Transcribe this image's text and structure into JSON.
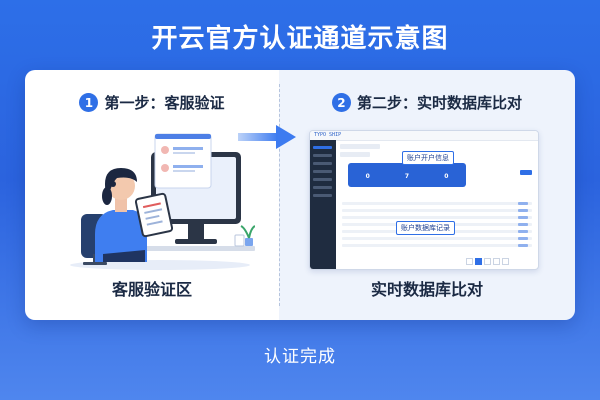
{
  "title": "开云官方认证通道示意图",
  "footer": "认证完成",
  "steps": [
    {
      "num": "1",
      "label": "第一步：客服验证",
      "caption": "客服验证区"
    },
    {
      "num": "2",
      "label": "第二步：实时数据库比对",
      "caption": "实时数据库比对"
    }
  ],
  "mock": {
    "logo": "TYPO SHIP",
    "callout_top": "账户开户信息",
    "callout_bottom": "账户数据库记录",
    "stats": [
      {
        "value": "0"
      },
      {
        "value": "7"
      },
      {
        "value": "0"
      }
    ]
  },
  "colors": {
    "background": "#2d6fe8",
    "accent": "#2f6fe6",
    "text_dark": "#1b2a44"
  }
}
